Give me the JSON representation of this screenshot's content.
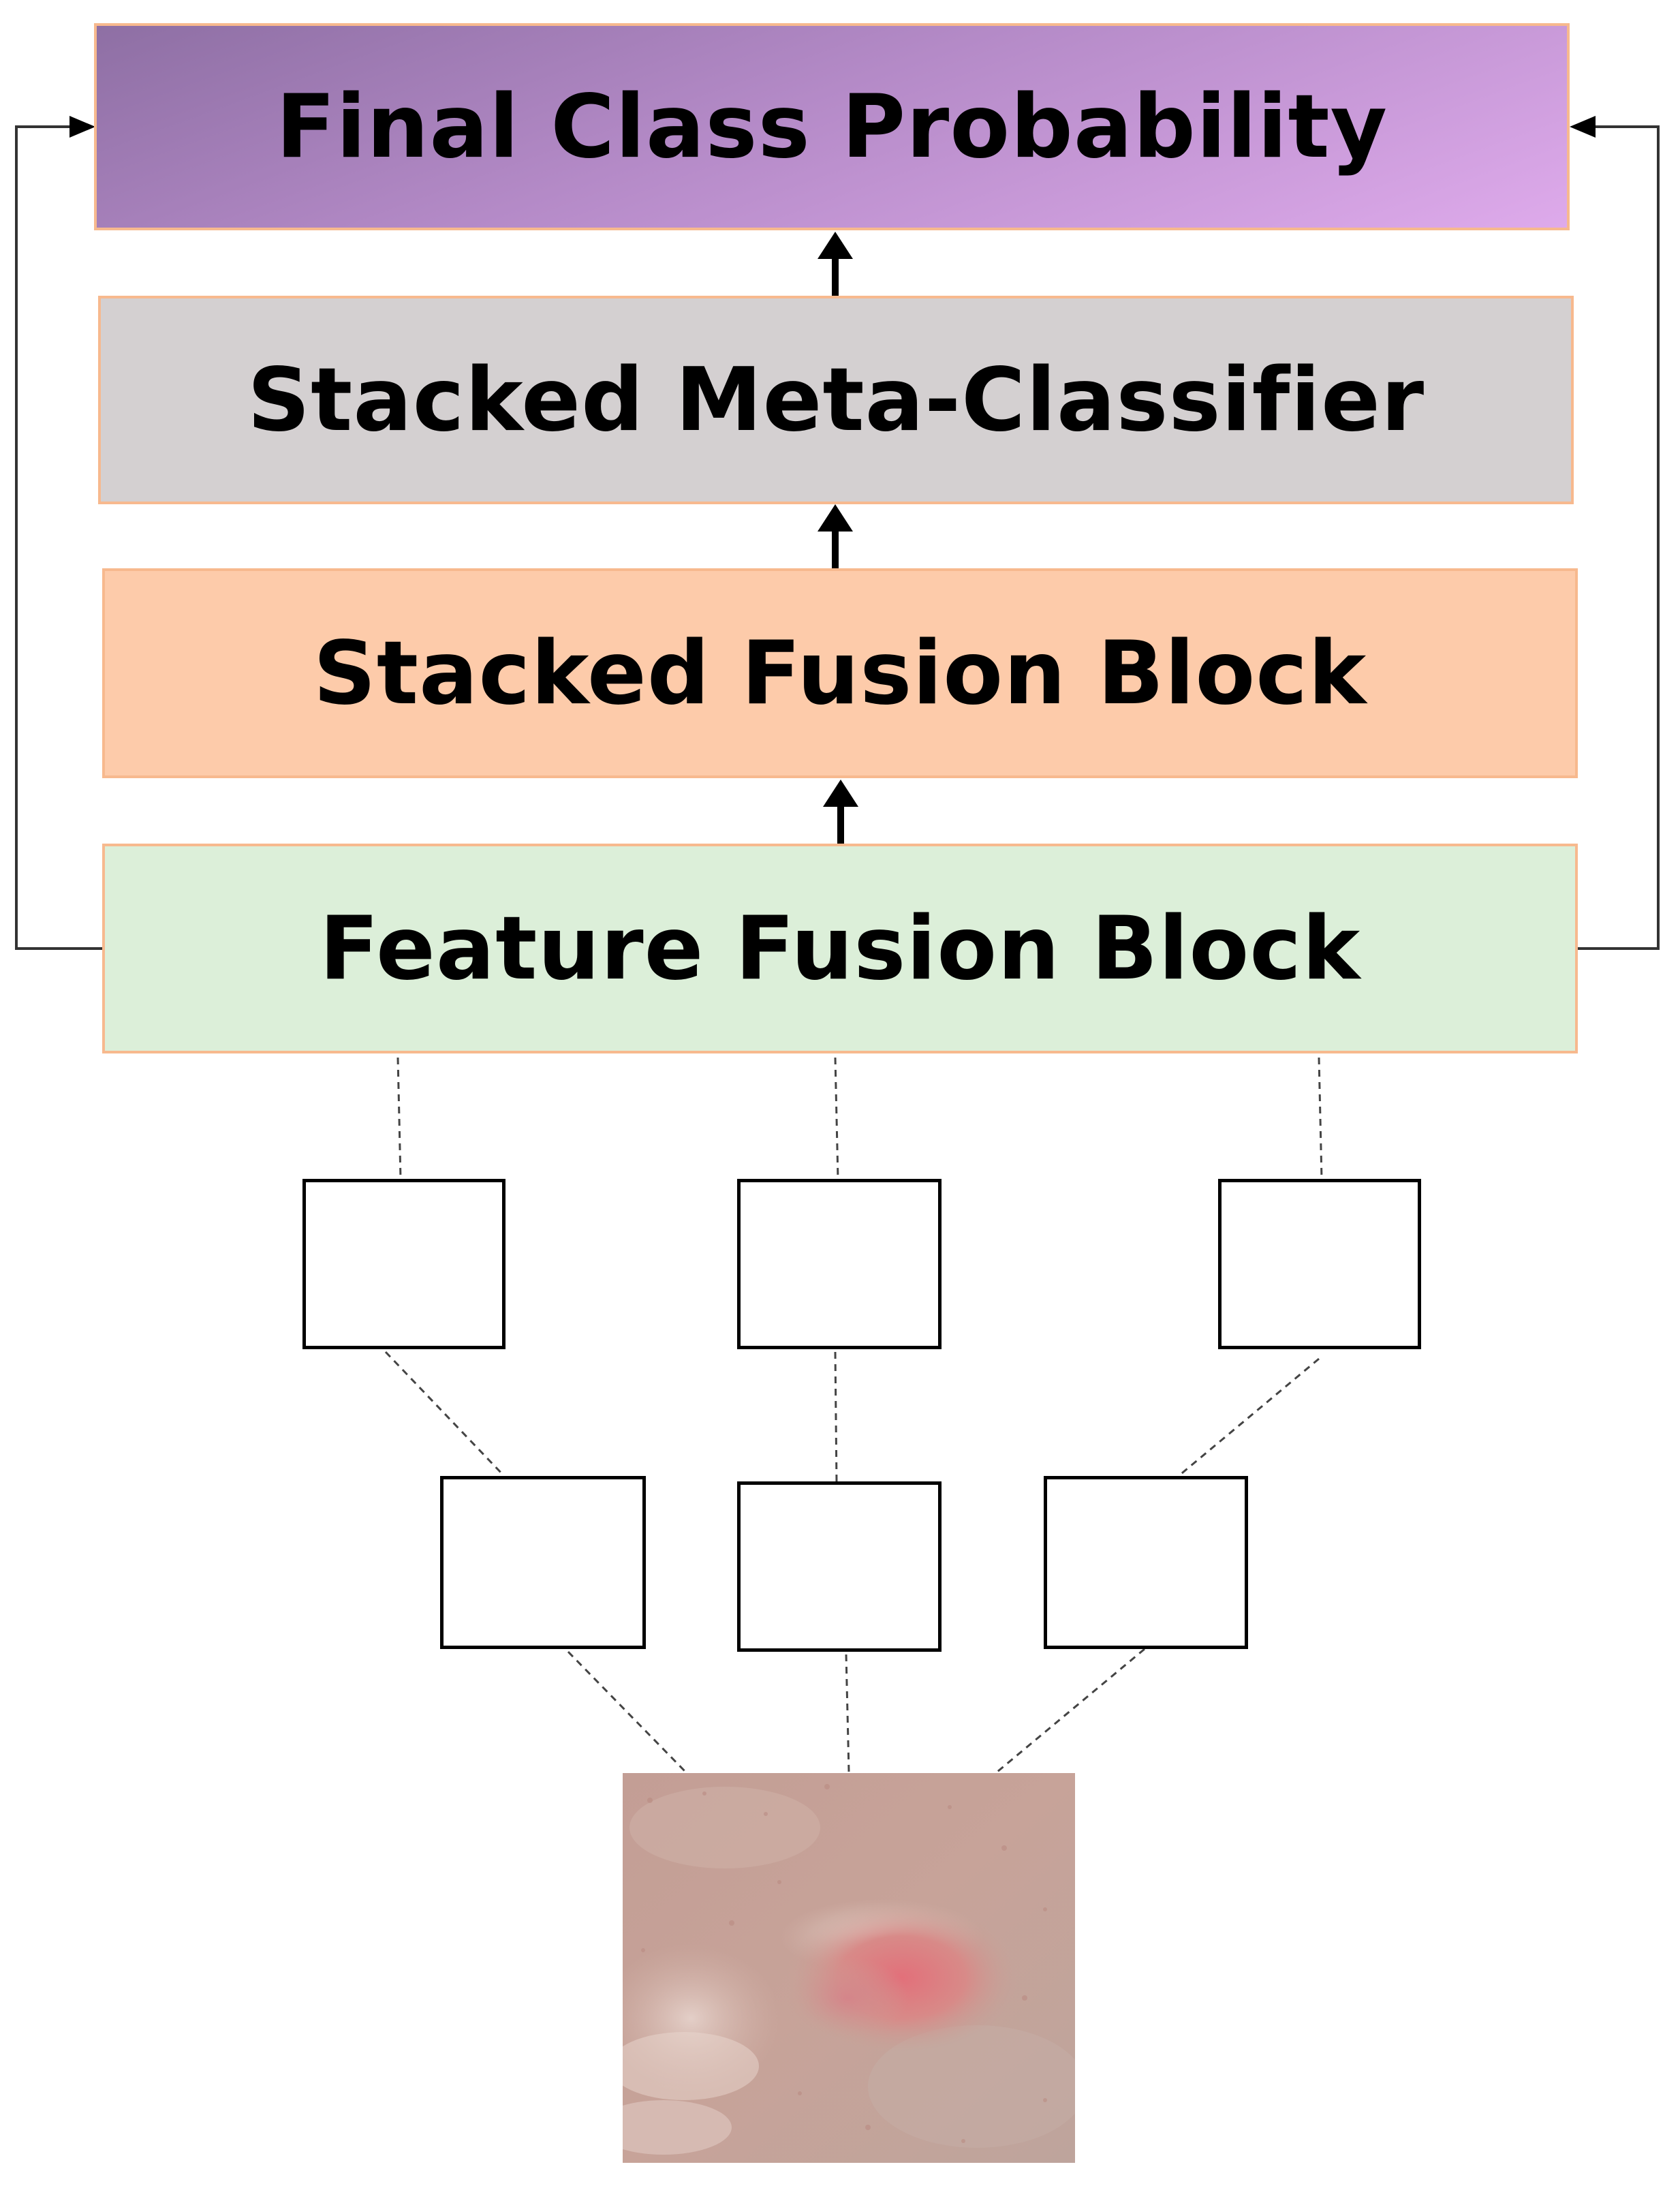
{
  "diagram": {
    "blocks": {
      "final": "Final Class Probability",
      "meta": "Stacked Meta-Classifier",
      "stacked_fusion": "Stacked Fusion Block",
      "feature_fusion": "Feature Fusion Block"
    },
    "colors": {
      "final_block": "#b48ac7",
      "meta_block": "#d4d0d1",
      "stacked_fusion_block": "#fdcbaa",
      "feature_fusion_block": "#dcefd9",
      "block_border": "#f7b98e"
    },
    "upper_boxes": 3,
    "lower_boxes": 3,
    "input_image": "skin-lesion-photo"
  }
}
